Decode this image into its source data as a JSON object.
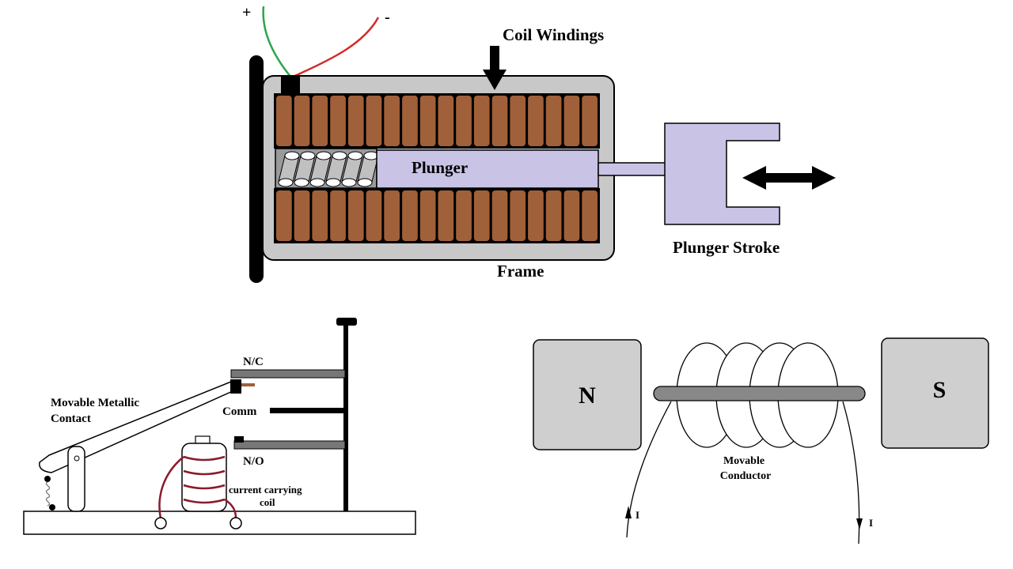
{
  "solenoid": {
    "plus": "+",
    "minus": "-",
    "coil_windings": "Coil Windings",
    "plunger": "Plunger",
    "plunger_stroke": "Plunger Stroke",
    "frame": "Frame"
  },
  "relay": {
    "nc": "N/C",
    "comm": "Comm",
    "no": "N/O",
    "movable_contact_line1": "Movable Metallic",
    "movable_contact_line2": "Contact",
    "coil_line1": "current carrying",
    "coil_line2": "coil"
  },
  "motor_principle": {
    "north": "N",
    "south": "S",
    "conductor_line1": "Movable",
    "conductor_line2": "Conductor",
    "current_left": "I",
    "current_right": "I"
  },
  "colors": {
    "copper": "#a0603a",
    "plunger": "#c9c3e6",
    "frame": "#c8c8c8",
    "wire_red": "#d42a2a",
    "wire_green": "#2aa64a",
    "coil_wire": "#8b1a2a"
  }
}
